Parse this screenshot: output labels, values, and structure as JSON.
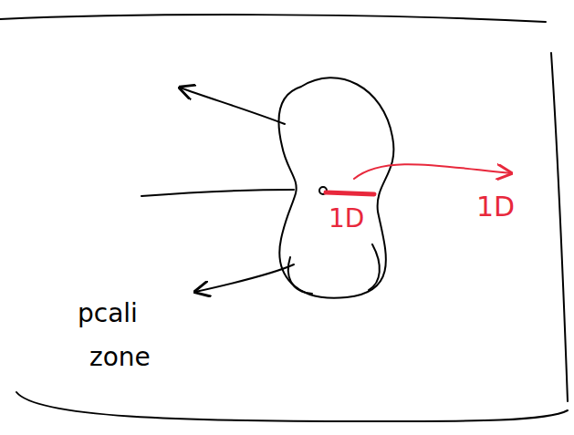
{
  "diagram": {
    "labels": [
      "pcali",
      "zone",
      "1D",
      "1D"
    ]
  }
}
